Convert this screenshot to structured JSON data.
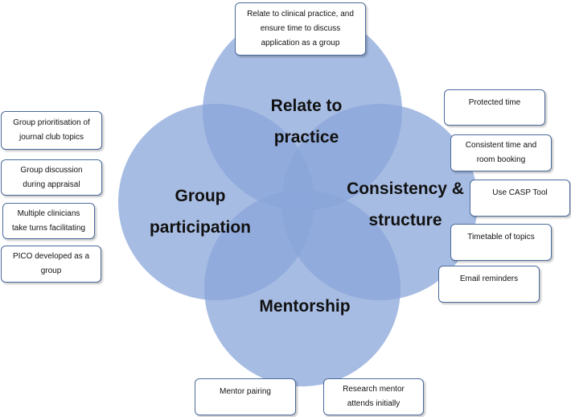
{
  "colors": {
    "circle_fill": "#8aa6da",
    "box_border": "#4a6a9c"
  },
  "circles": {
    "relate": "Relate to\npractice",
    "group": "Group\nparticipation",
    "consistency": "Consistency &\nstructure",
    "mentorship": "Mentorship"
  },
  "boxes": {
    "relate_clinical": "Relate to clinical practice, and\nensure time to discuss\napplication as a group",
    "group_prioritisation": "Group prioritisation of\njournal club topics",
    "group_discussion": "Group discussion\nduring appraisal",
    "multiple_clinicians": "Multiple clinicians\ntake turns facilitating",
    "pico": "PICO developed as a\ngroup",
    "protected_time": "Protected time",
    "consistent_time": "Consistent time and\nroom booking",
    "casp_tool": "Use CASP Tool",
    "timetable": "Timetable of topics",
    "email_reminders": "Email reminders",
    "mentor_pairing": "Mentor pairing",
    "research_mentor": "Research mentor\nattends initially"
  }
}
